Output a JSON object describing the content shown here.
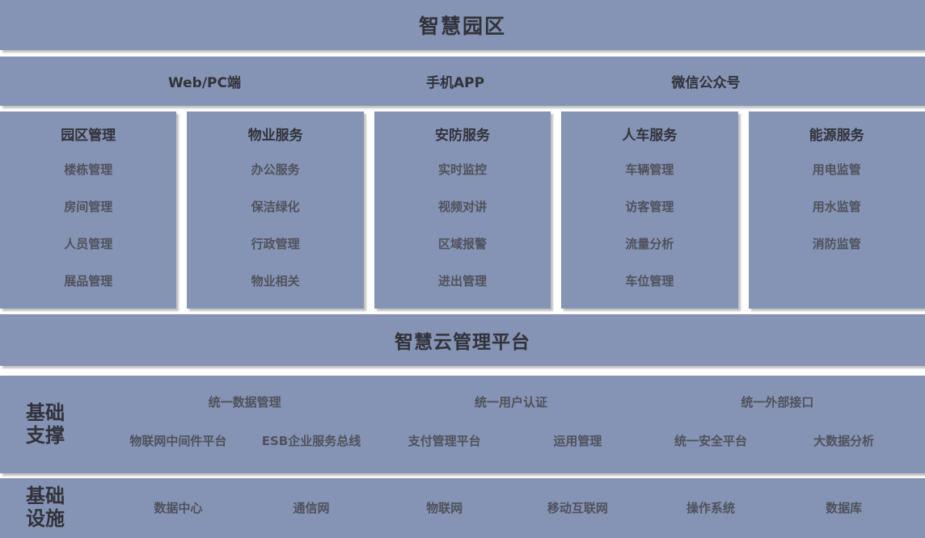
{
  "colors": {
    "box_bg": "#8593b4",
    "heading_text": "#32333a",
    "item_text": "#50525b"
  },
  "top_banner": {
    "title": "智慧园区"
  },
  "access_bar": {
    "items": [
      "Web/PC端",
      "手机APP",
      "微信公众号"
    ]
  },
  "service_columns": [
    {
      "title": "园区管理",
      "items": [
        "楼栋管理",
        "房间管理",
        "人员管理",
        "展品管理"
      ]
    },
    {
      "title": "物业服务",
      "items": [
        "办公服务",
        "保洁绿化",
        "行政管理",
        "物业相关"
      ]
    },
    {
      "title": "安防服务",
      "items": [
        "实时监控",
        "视频对讲",
        "区域报警",
        "进出管理"
      ]
    },
    {
      "title": "人车服务",
      "items": [
        "车辆管理",
        "访客管理",
        "流量分析",
        "车位管理"
      ]
    },
    {
      "title": "能源服务",
      "items": [
        "用电监管",
        "用水监管",
        "消防监管"
      ]
    }
  ],
  "platform_banner": {
    "title": "智慧云管理平台"
  },
  "foundation_support": {
    "label": "基础支撑",
    "row1": [
      "统一数据管理",
      "统一用户认证",
      "统一外部接口"
    ],
    "row2": [
      "物联网中间件平台",
      "ESB企业服务总线",
      "支付管理平台",
      "运用管理",
      "统一安全平台",
      "大数据分析"
    ]
  },
  "infrastructure": {
    "label": "基础设施",
    "items": [
      "数据中心",
      "通信网",
      "物联网",
      "移动互联网",
      "操作系统",
      "数据库"
    ]
  }
}
